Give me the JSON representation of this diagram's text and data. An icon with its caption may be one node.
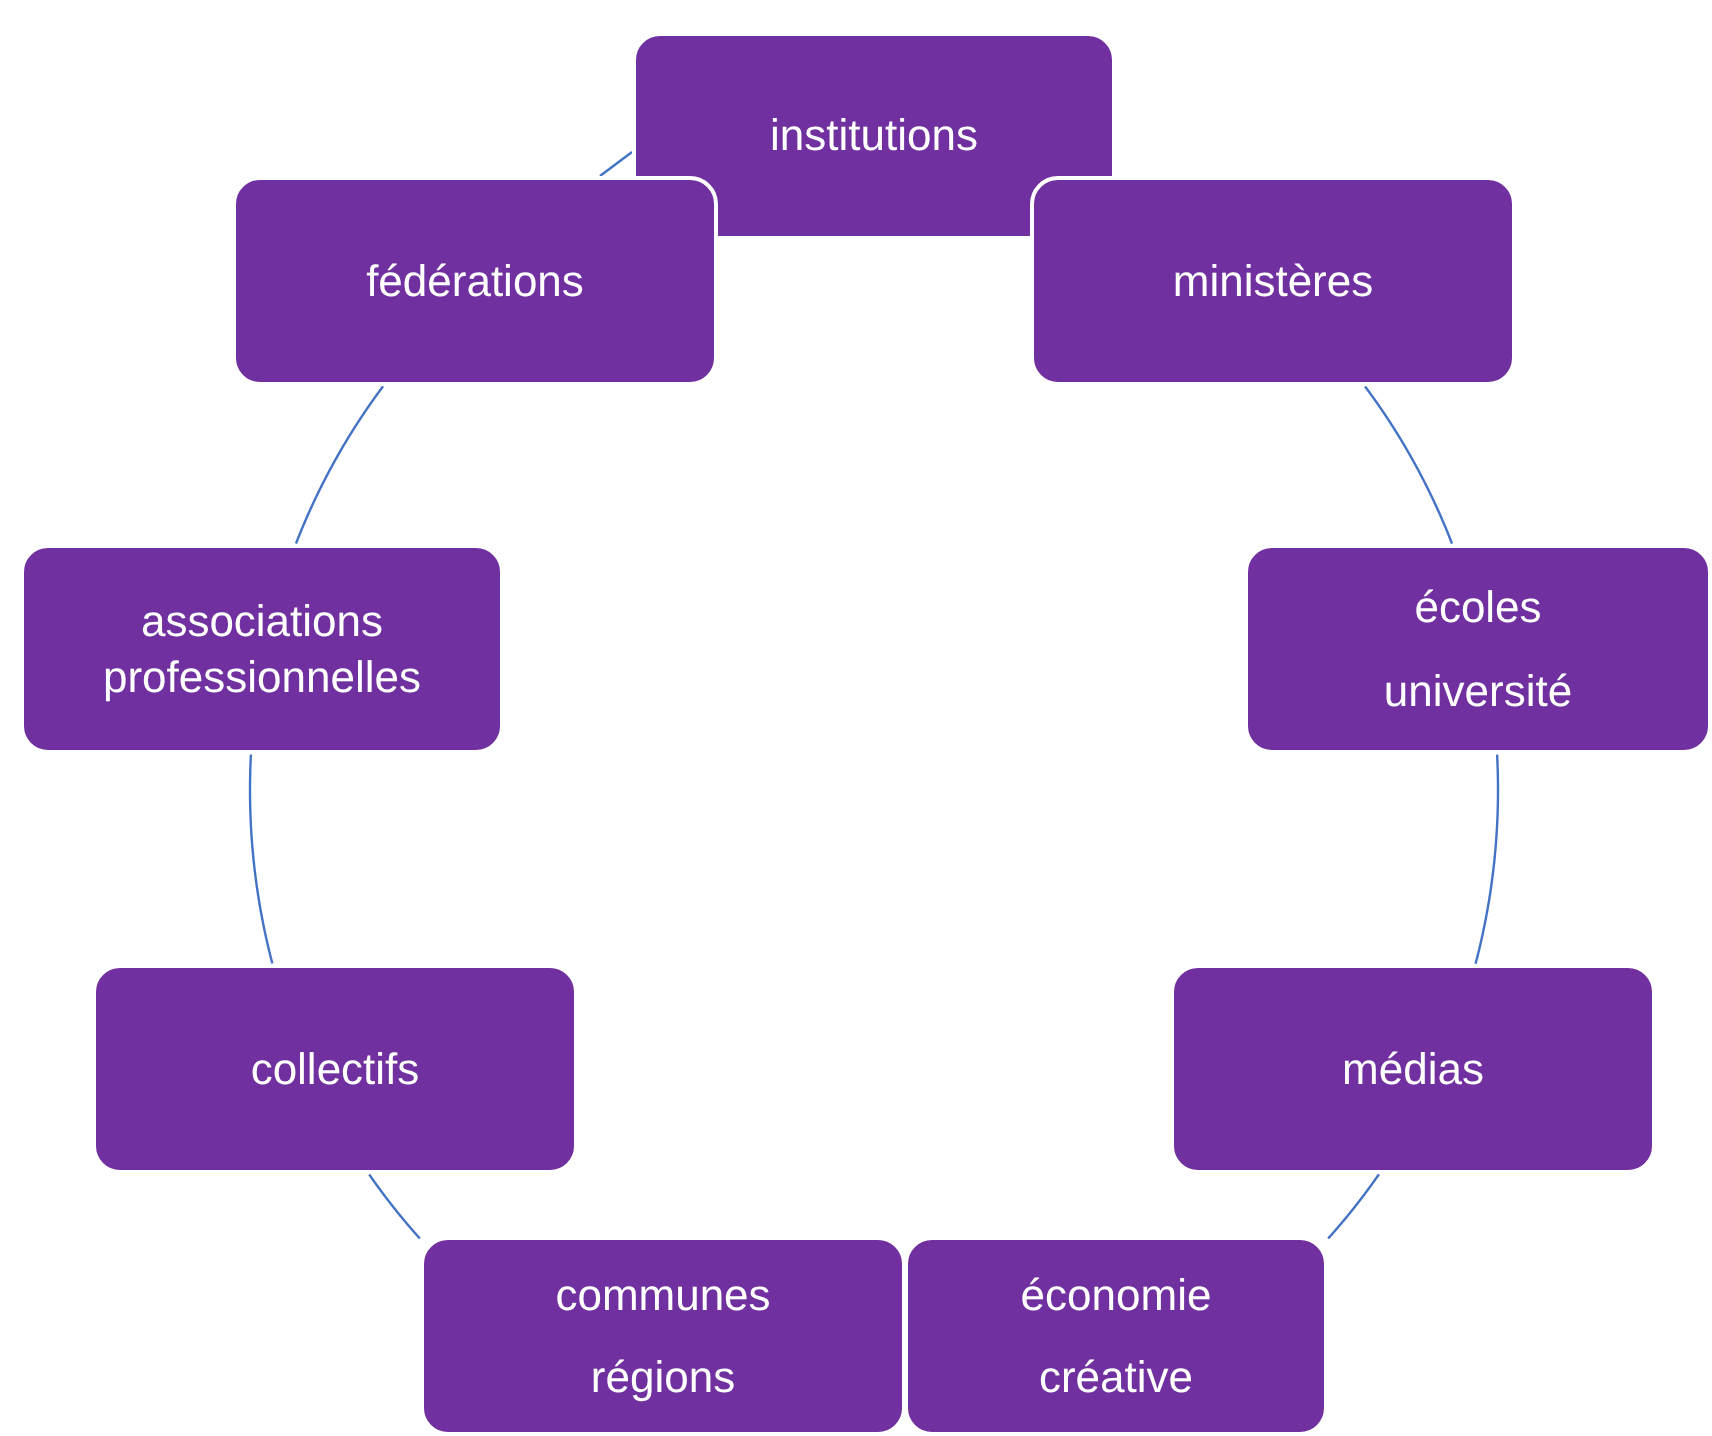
{
  "diagram": {
    "nodes": [
      {
        "text": [
          "institutions"
        ]
      },
      {
        "text": [
          "fédérations"
        ]
      },
      {
        "text": [
          "ministères"
        ]
      },
      {
        "text": [
          "associations professionnelles"
        ]
      },
      {
        "text": [
          "écoles",
          "université"
        ]
      },
      {
        "text": [
          "collectifs"
        ]
      },
      {
        "text": [
          "médias"
        ]
      },
      {
        "text": [
          "communes",
          "régions"
        ]
      },
      {
        "text": [
          "économie",
          "créative"
        ]
      }
    ],
    "edges": [
      {
        "from": 1,
        "to": 0,
        "arrow": "none"
      },
      {
        "from": 2,
        "to": 4,
        "arrow": "none"
      },
      {
        "from": 4,
        "to": 6,
        "arrow": "none"
      },
      {
        "from": 6,
        "to": 8,
        "arrow": "none"
      },
      {
        "from": 7,
        "to": 5,
        "arrow": "none"
      },
      {
        "from": 5,
        "to": 3,
        "arrow": "none"
      },
      {
        "from": 3,
        "to": 1,
        "arrow": "none"
      }
    ]
  }
}
